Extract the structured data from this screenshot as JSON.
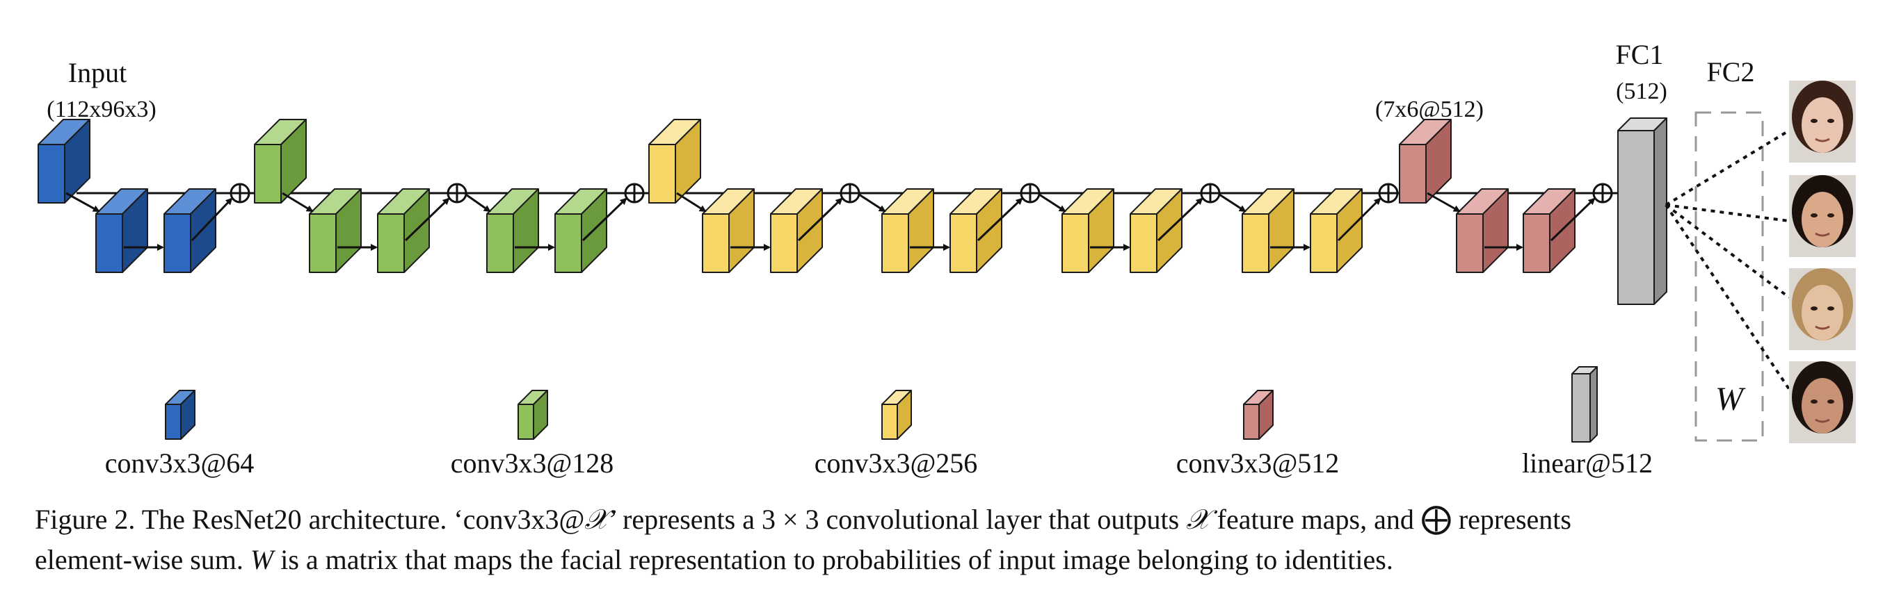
{
  "labels": {
    "input_title": "Input",
    "input_dims": "(112x96x3)",
    "stage4_dims": "(7x6@512)",
    "fc1_title": "FC1",
    "fc1_dims": "(512)",
    "fc2_title": "FC2",
    "w_label": "W"
  },
  "legend": [
    {
      "label": "conv3x3@64",
      "color": "blue"
    },
    {
      "label": "conv3x3@128",
      "color": "green"
    },
    {
      "label": "conv3x3@256",
      "color": "yellow"
    },
    {
      "label": "conv3x3@512",
      "color": "red"
    },
    {
      "label": "linear@512",
      "color": "gray"
    }
  ],
  "colors": {
    "blue": {
      "front": "#2e6bc0",
      "side": "#1d4a8c",
      "top": "#5d8fd6"
    },
    "green": {
      "front": "#8fc05a",
      "side": "#6b9a3c",
      "top": "#b4d88d"
    },
    "yellow": {
      "front": "#f8d769",
      "side": "#d9b43d",
      "top": "#fbe8a6"
    },
    "red": {
      "front": "#d08a86",
      "side": "#ad6360",
      "top": "#e5b1ae"
    },
    "gray": {
      "front": "#bdbdbd",
      "side": "#8e8e8e",
      "top": "#dcdcdc"
    }
  },
  "caption": {
    "line1_prefix": "Figure 2.  The ResNet20 architecture. ‘conv3x3@",
    "line1_x1": "𝒳",
    "line1_mid": "’ represents a 3 × 3 convolutional layer that outputs ",
    "line1_x2": "𝒳",
    "line1_mid2": " feature maps, and ",
    "line1_oplus": "⨁",
    "line1_suffix": " represents",
    "line2_w": "W",
    "line2_rest": " is a matrix that maps the facial representation to probabilities of input image belonging to identities.",
    "line2_prefix": "element-wise sum. "
  }
}
